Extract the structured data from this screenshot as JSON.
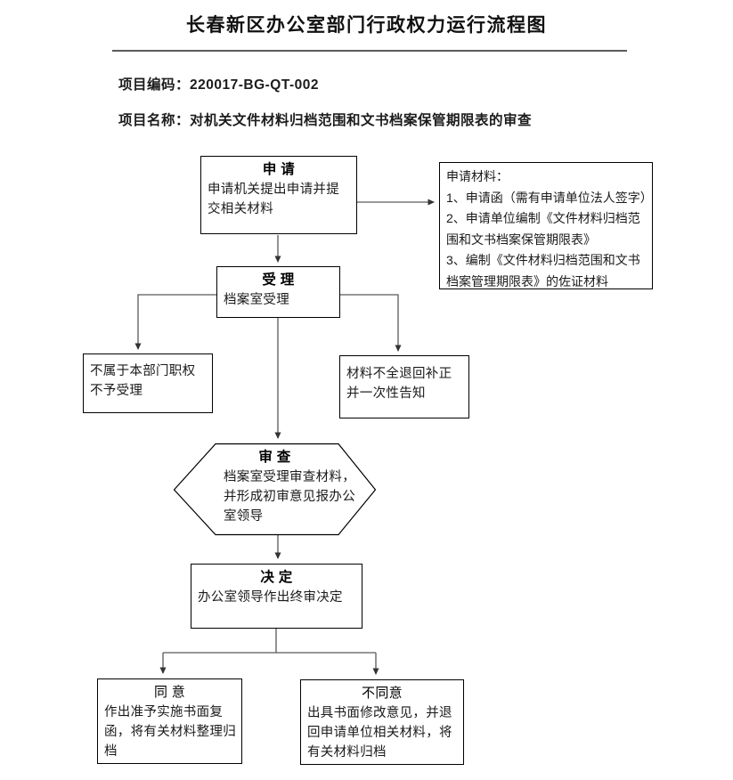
{
  "page": {
    "title": "长春新区办公室部门行政权力运行流程图",
    "project_code_line": "项目编码：220017-BG-QT-002",
    "project_name_line": "项目名称：对机关文件材料归档范围和文书档案保管期限表的审查"
  },
  "flowchart": {
    "apply": {
      "title": "申 请",
      "body": "申请机关提出申请并提交相关材料"
    },
    "materials": {
      "lines": [
        "申请材料：",
        "1、申请函（需有申请单位法人签字）",
        "2、申请单位编制《文件材料归档范围和文书档案保管期限表》",
        "3、编制《文件材料归档范围和文书档案管理期限表》的佐证材料"
      ]
    },
    "accept": {
      "title": "受 理",
      "body": "档案室受理"
    },
    "reject": {
      "body": "不属于本部门职权不予受理"
    },
    "incomplete": {
      "body": "材料不全退回补正并一次性告知"
    },
    "review": {
      "title": "审 查",
      "body": "档案室受理审查材料，并形成初审意见报办公室领导"
    },
    "decide": {
      "title": "决 定",
      "body": "办公室领导作出终审决定"
    },
    "agree": {
      "title": "同 意",
      "body": "作出准予实施书面复函，将有关材料整理归档"
    },
    "disagree": {
      "title": "不同意",
      "body": "出具书面修改意见，并退回申请单位相关材料，将有关材料归档"
    }
  },
  "colors": {
    "background": "#ffffff",
    "box_border": "#000000",
    "connector": "#595959",
    "arrowhead": "#333333",
    "text": "#1a1a1a"
  }
}
